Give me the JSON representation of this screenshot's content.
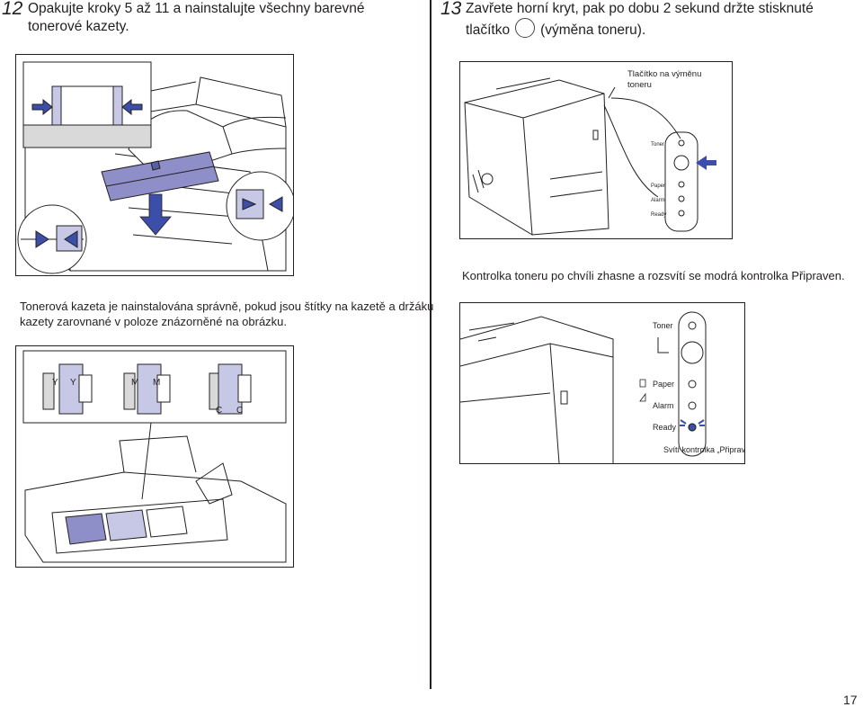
{
  "step12": {
    "number": "12",
    "title_line1": "Opakujte kroky 5 až 11 a nainstalujte všechny barevné",
    "title_line2": "tonerové kazety.",
    "caption_line1": "Tonerová kazeta je nainstalována správně, pokud jsou štítky na kazetě a držáku",
    "caption_line2": "kazety zarovnané v poloze znázorněné na obrázku.",
    "slot_labels": [
      "Y",
      "Y",
      "M",
      "M",
      "C",
      "C"
    ]
  },
  "step13": {
    "number": "13",
    "title_line1": "Zavřete horní kryt, pak po dobu 2 sekund držte stisknuté",
    "title_line2_a": "tlačítko",
    "title_line2_b": "(výměna toneru).",
    "callout_line1": "Tlačítko na výměnu",
    "callout_line2": "toneru",
    "caption": "Kontrolka toneru po chvíli zhasne a rozsvítí se modrá kontrolka Připraven.",
    "panel_labels": [
      "Toner",
      "Paper",
      "Alarm",
      "Ready"
    ],
    "ready_callout": "Svítí kontrolka „Připraven“"
  },
  "page_number": "17",
  "colors": {
    "accent_blue": "#3b4ea8",
    "toner_violet": "#8e8fc8",
    "line": "#231f20"
  }
}
